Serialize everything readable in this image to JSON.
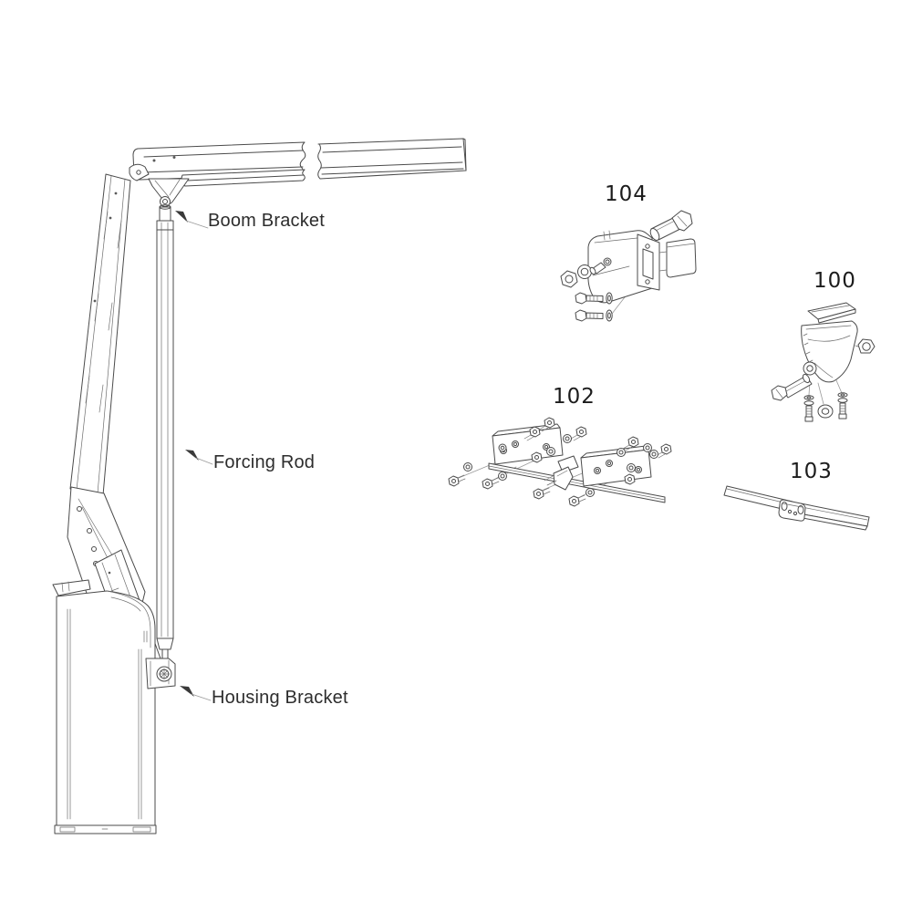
{
  "diagram": {
    "background_color": "#ffffff",
    "line_color": "#4b4b4b",
    "label_color": "#2d2d2d",
    "callouts": [
      {
        "id": "boom-bracket",
        "label": "Boom Bracket"
      },
      {
        "id": "forcing-rod",
        "label": "Forcing Rod"
      },
      {
        "id": "housing-bracket",
        "label": "Housing Bracket"
      }
    ],
    "parts": [
      {
        "id": "part-104",
        "number": "104"
      },
      {
        "id": "part-100",
        "number": "100"
      },
      {
        "id": "part-102",
        "number": "102"
      },
      {
        "id": "part-103",
        "number": "103"
      }
    ]
  }
}
